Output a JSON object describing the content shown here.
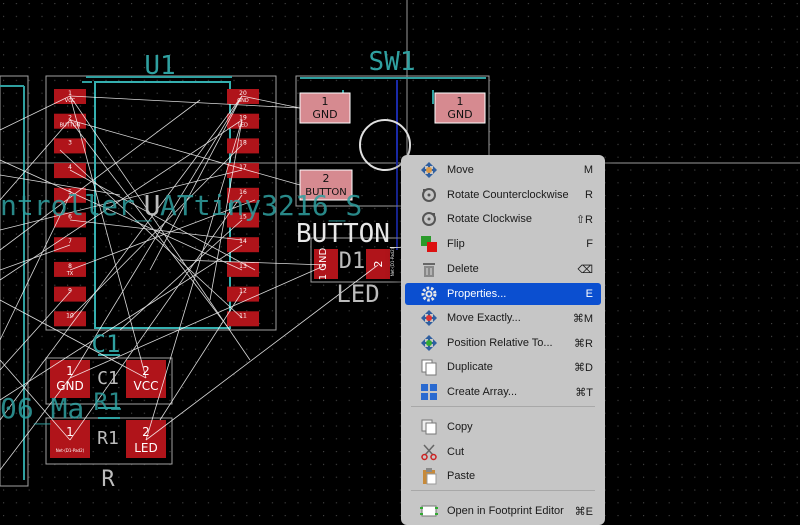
{
  "pcb": {
    "u1_ref": "U1",
    "u1_value_partial": "ntroller_",
    "u1_value_overlay": "U",
    "u1_value_name": "ATtiny3216_S",
    "sw1_ref": "SW1",
    "sw1_value": "BUTTON_S",
    "sw1_pads": [
      "1\nGND",
      "1\nGND",
      "2\nBUTTON"
    ],
    "u1_left_pins": [
      [
        "1",
        "VCC"
      ],
      [
        "2",
        "BUTTON"
      ],
      [
        "3",
        ""
      ],
      [
        "4",
        ""
      ],
      [
        "5",
        ""
      ],
      [
        "6",
        ""
      ],
      [
        "7",
        ""
      ],
      [
        "8",
        "TX"
      ],
      [
        "9",
        ""
      ],
      [
        "10",
        ""
      ]
    ],
    "u1_right_pins": [
      [
        "20",
        "GND"
      ],
      [
        "19",
        "LED"
      ],
      [
        "18",
        ""
      ],
      [
        "17",
        ""
      ],
      [
        "16",
        ""
      ],
      [
        "15",
        ""
      ],
      [
        "14",
        ""
      ],
      [
        "13",
        ""
      ],
      [
        "12",
        ""
      ],
      [
        "11",
        ""
      ]
    ],
    "d1_ref": "D1",
    "d1_value": "LED",
    "d1_pad1": "1\nGND",
    "d1_pad2": "2",
    "c1_ref": "C1",
    "c1_body": "C1",
    "c1_pad1": "1\nGND",
    "c1_pad2": "2\nVCC",
    "r1_ref": "R1",
    "r1_body": "R1",
    "r1_value": "R",
    "r1_pad1": "1",
    "r1_pad2": "2\nLED",
    "conn_partial": "06_Ma",
    "small_pad_label": "Net-(D1-Pad2)"
  },
  "context_menu": {
    "items": [
      {
        "label": "Move",
        "shortcut": "M",
        "icon": "move-icon",
        "selected": false
      },
      {
        "label": "Rotate Counterclockwise",
        "shortcut": "R",
        "icon": "rotate-ccw-icon",
        "selected": false
      },
      {
        "label": "Rotate Clockwise",
        "shortcut": "⇧R",
        "icon": "rotate-cw-icon",
        "selected": false
      },
      {
        "label": "Flip",
        "shortcut": "F",
        "icon": "flip-icon",
        "selected": false
      },
      {
        "label": "Delete",
        "shortcut": "⌫",
        "icon": "trash-icon",
        "selected": false
      },
      {
        "label": "Properties...",
        "shortcut": "E",
        "icon": "gear-icon",
        "selected": true
      },
      {
        "label": "Move Exactly...",
        "shortcut": "⌘M",
        "icon": "move-exactly-icon",
        "selected": false
      },
      {
        "label": "Position Relative To...",
        "shortcut": "⌘R",
        "icon": "position-relative-icon",
        "selected": false
      },
      {
        "label": "Duplicate",
        "shortcut": "⌘D",
        "icon": "duplicate-icon",
        "selected": false
      },
      {
        "label": "Create Array...",
        "shortcut": "⌘T",
        "icon": "array-icon",
        "selected": false
      },
      {
        "label": "Copy",
        "shortcut": "",
        "icon": "copy-icon",
        "selected": false
      },
      {
        "label": "Cut",
        "shortcut": "",
        "icon": "scissors-icon",
        "selected": false
      },
      {
        "label": "Paste",
        "shortcut": "",
        "icon": "paste-icon",
        "selected": false
      },
      {
        "label": "Open in Footprint Editor",
        "shortcut": "⌘E",
        "icon": "footprint-editor-icon",
        "selected": false
      }
    ]
  },
  "colors": {
    "background": "#000000",
    "pad": "#b0141a",
    "pad_selected": "#d88a8f",
    "silkscreen": "#2fa0a0",
    "courtyard": "#aaaaaa",
    "ratsnest": "#ffffff",
    "menu_highlight": "#0b4fd0"
  }
}
